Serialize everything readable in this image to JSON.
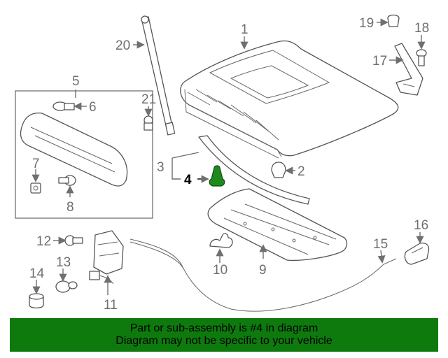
{
  "callouts": {
    "c1": "1",
    "c2": "2",
    "c3": "3",
    "c4": "4",
    "c5": "5",
    "c6": "6",
    "c7": "7",
    "c8": "8",
    "c9": "9",
    "c10": "10",
    "c11": "11",
    "c12": "12",
    "c13": "13",
    "c14": "14",
    "c15": "15",
    "c16": "16",
    "c17": "17",
    "c18": "18",
    "c19": "19",
    "c20": "20",
    "c21": "21"
  },
  "highlight": {
    "part_number": "4",
    "color": "#1e8a1e"
  },
  "banner": {
    "line1": "Part or sub-assembly is #4 in diagram",
    "line2": "Diagram may not be specific to your vehicle",
    "background": "#0e7a0e"
  }
}
